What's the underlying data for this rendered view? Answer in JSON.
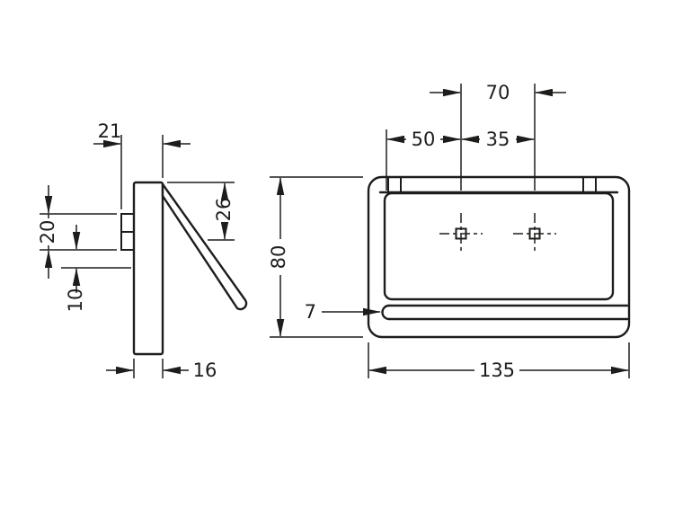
{
  "drawing": {
    "ink_color": "#1d1d1b",
    "background_color": "#ffffff"
  },
  "dimensions": {
    "side_view": {
      "top_depth": "21",
      "cover_top_offset": "26",
      "bracket_height": "20",
      "bracket_to_center": "10",
      "plate_depth": "16"
    },
    "front_view": {
      "hole_spacing": "70",
      "edge_to_first_hole": "50",
      "first_to_second_hole": "35",
      "overall_height": "80",
      "rod_thickness": "7",
      "overall_width": "135"
    }
  }
}
